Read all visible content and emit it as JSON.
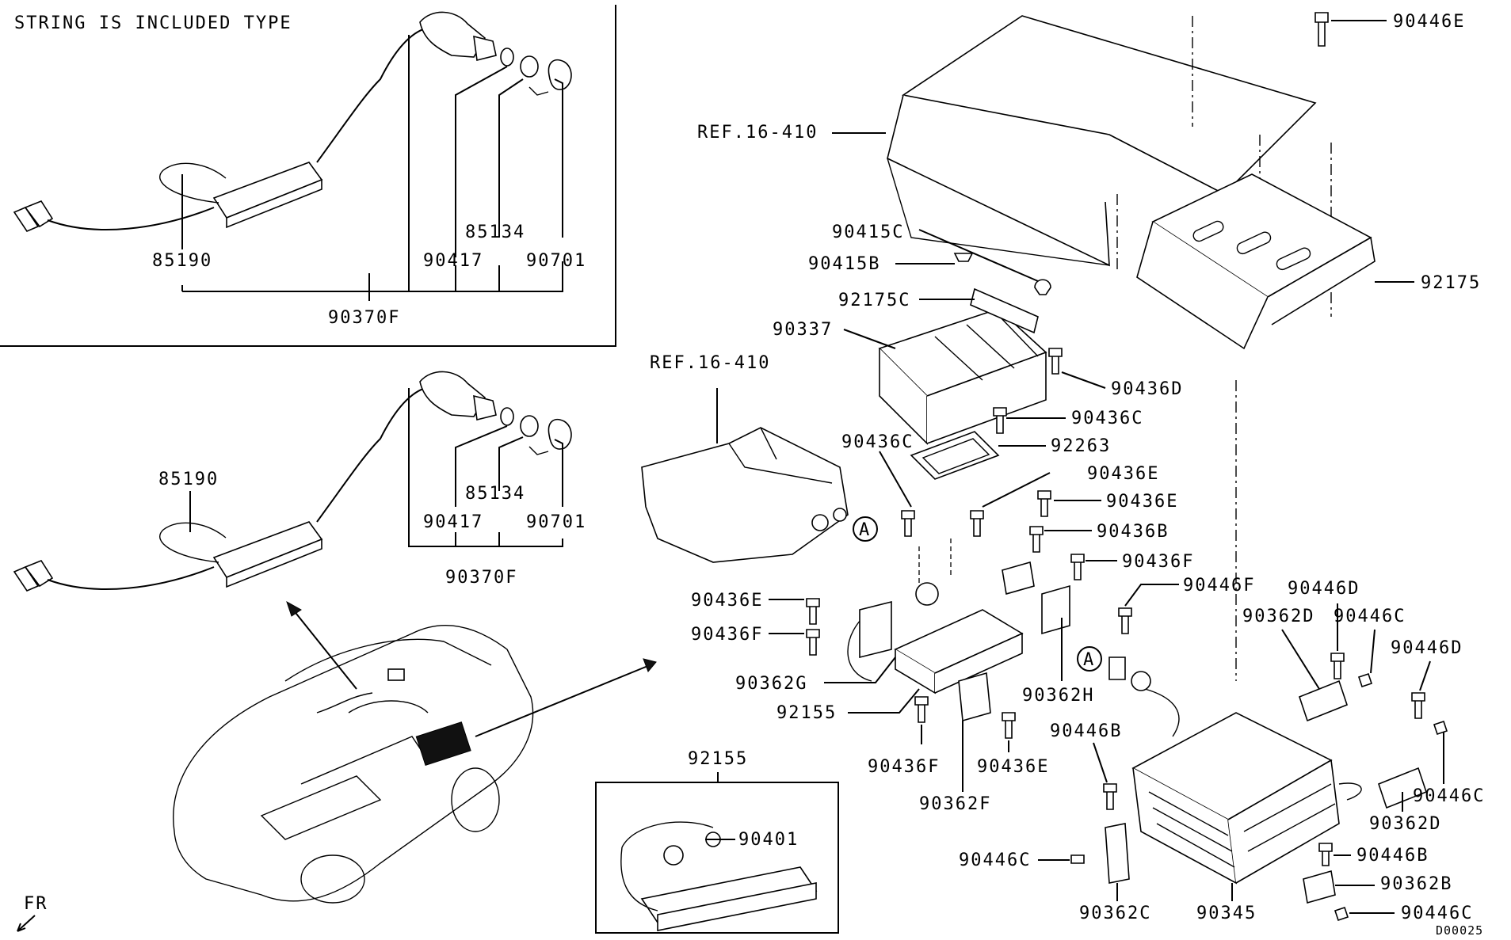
{
  "diagram": {
    "header_note": "STRING IS INCLUDED TYPE",
    "image_code": "D00025",
    "front_marker": "FR",
    "callout_letter": "A",
    "labels": {
      "top_85190": "85190",
      "top_90417": "90417",
      "top_85134": "85134",
      "top_90701": "90701",
      "top_90370F": "90370F",
      "mid_85190": "85190",
      "mid_90417": "90417",
      "mid_85134": "85134",
      "mid_90701": "90701",
      "mid_90370F": "90370F",
      "ref_upper": "REF.16-410",
      "ref_lower": "REF.16-410",
      "p90446E_top": "90446E",
      "p92175": "92175",
      "p90415C": "90415C",
      "p90415B": "90415B",
      "p92175C": "92175C",
      "p90337": "90337",
      "p90436D": "90436D",
      "p90436C_r": "90436C",
      "p90436C_l": "90436C",
      "p92263": "92263",
      "p90436E_a": "90436E",
      "p90436E_b": "90436E",
      "p90436B": "90436B",
      "p90436F_r": "90436F",
      "p90446F": "90446F",
      "p90436E_l": "90436E",
      "p90436F_l": "90436F",
      "p90362G": "90362G",
      "p92155_m": "92155",
      "p90362H": "90362H",
      "p90436F_b": "90436F",
      "p90436E_bot": "90436E",
      "p90362F": "90362F",
      "p90446D_a": "90446D",
      "p90362D_a": "90362D",
      "p90446C_a": "90446C",
      "p90446D_b": "90446D",
      "p90446B_a": "90446B",
      "p90446C_b": "90446C",
      "p90362D_b": "90362D",
      "p90446B_b": "90446B",
      "p90362B": "90362B",
      "p90446C_c": "90446C",
      "p90446C_d": "90446C",
      "p90362C": "90362C",
      "p90345": "90345",
      "p92155_box": "92155",
      "p90401": "90401"
    }
  }
}
